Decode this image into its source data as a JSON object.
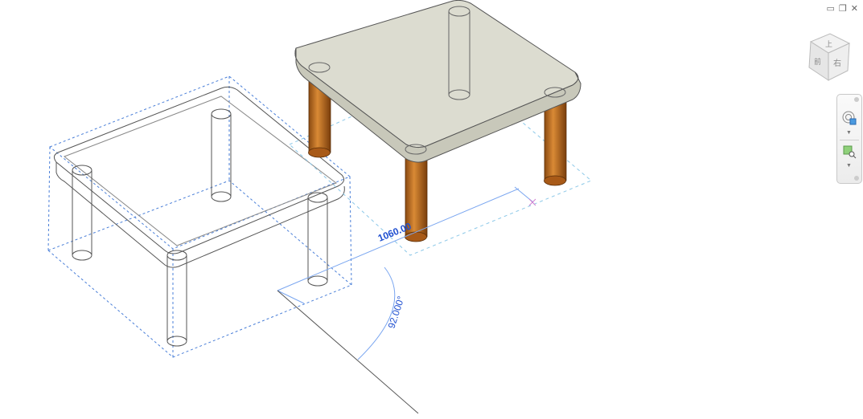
{
  "window_controls": {
    "minimize": "▭",
    "restore": "❐",
    "close": "✕"
  },
  "viewcube": {
    "top_face": "上",
    "front_face": "前",
    "right_face": "右"
  },
  "dimension": {
    "length": "1060.00",
    "angle": "92.000°"
  },
  "colors": {
    "dimension_blue": "#1f4fd0",
    "guide_blue": "#7aa6f0",
    "leg_orange": "#c8701e",
    "tabletop": "#dcdcd0"
  }
}
